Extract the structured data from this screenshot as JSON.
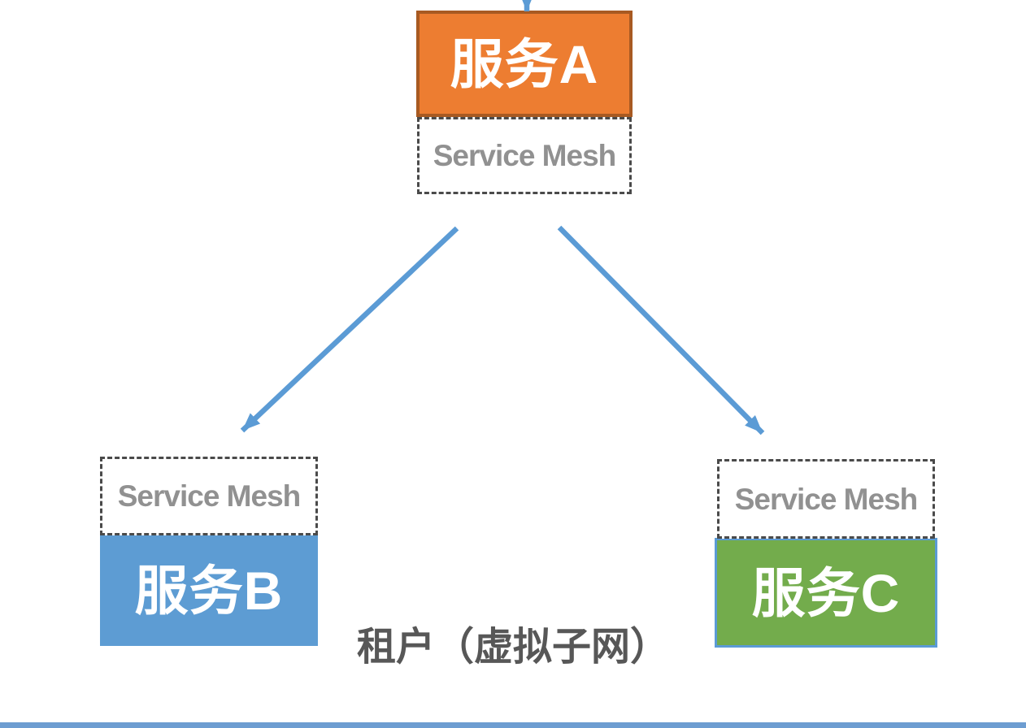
{
  "diagram": {
    "group_label": "租户（虚拟子网）",
    "mesh_label": "Service Mesh",
    "nodes": [
      {
        "id": "service-a",
        "label": "服务A",
        "fill": "#ED7D31",
        "border": "#A85A22",
        "has_service_mesh": true
      },
      {
        "id": "service-b",
        "label": "服务B",
        "fill": "#5D9CD3",
        "border": "#5D9CD3",
        "has_service_mesh": true
      },
      {
        "id": "service-c",
        "label": "服务C",
        "fill": "#73AC4C",
        "border": "#5B9BD5",
        "has_service_mesh": true
      }
    ],
    "edges": [
      {
        "from": "external",
        "to": "service-a"
      },
      {
        "from": "service-a",
        "to": "service-b"
      },
      {
        "from": "service-a",
        "to": "service-c"
      }
    ],
    "colors": {
      "arrow": "#5B9BD5",
      "mesh_border": "#4A4A4A",
      "mesh_text": "#919191",
      "group_text": "#575757",
      "bottom_bar": "#6D9DD1",
      "box_text": "#FFFFFF"
    }
  }
}
